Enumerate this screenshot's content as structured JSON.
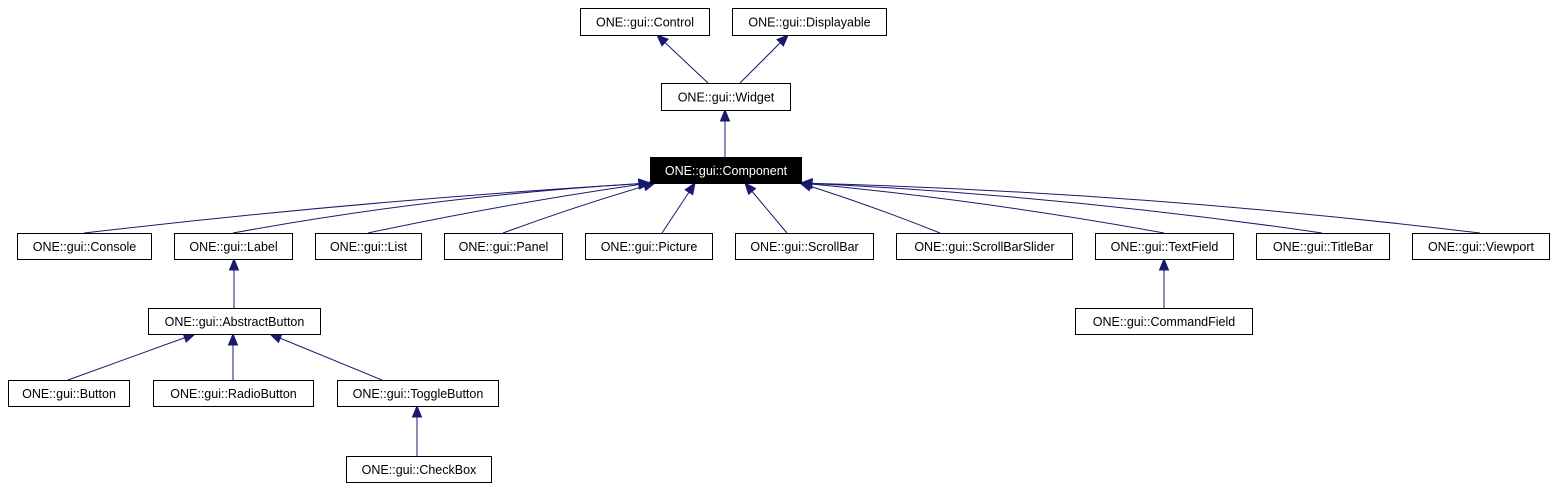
{
  "diagram": {
    "edge_color": "#191970",
    "highlight_node": "component",
    "nodes": [
      {
        "id": "control",
        "label": "ONE::gui::Control"
      },
      {
        "id": "displayable",
        "label": "ONE::gui::Displayable"
      },
      {
        "id": "widget",
        "label": "ONE::gui::Widget"
      },
      {
        "id": "component",
        "label": "ONE::gui::Component"
      },
      {
        "id": "console",
        "label": "ONE::gui::Console"
      },
      {
        "id": "label",
        "label": "ONE::gui::Label"
      },
      {
        "id": "list",
        "label": "ONE::gui::List"
      },
      {
        "id": "panel",
        "label": "ONE::gui::Panel"
      },
      {
        "id": "picture",
        "label": "ONE::gui::Picture"
      },
      {
        "id": "scrollbar",
        "label": "ONE::gui::ScrollBar"
      },
      {
        "id": "scrollbarslider",
        "label": "ONE::gui::ScrollBarSlider"
      },
      {
        "id": "textfield",
        "label": "ONE::gui::TextField"
      },
      {
        "id": "titlebar",
        "label": "ONE::gui::TitleBar"
      },
      {
        "id": "viewport",
        "label": "ONE::gui::Viewport"
      },
      {
        "id": "abstractbutton",
        "label": "ONE::gui::AbstractButton"
      },
      {
        "id": "commandfield",
        "label": "ONE::gui::CommandField"
      },
      {
        "id": "button",
        "label": "ONE::gui::Button"
      },
      {
        "id": "radiobutton",
        "label": "ONE::gui::RadioButton"
      },
      {
        "id": "togglebutton",
        "label": "ONE::gui::ToggleButton"
      },
      {
        "id": "checkbox",
        "label": "ONE::gui::CheckBox"
      }
    ],
    "edges": [
      {
        "from": "widget",
        "to": "control"
      },
      {
        "from": "widget",
        "to": "displayable"
      },
      {
        "from": "component",
        "to": "widget"
      },
      {
        "from": "console",
        "to": "component"
      },
      {
        "from": "label",
        "to": "component"
      },
      {
        "from": "list",
        "to": "component"
      },
      {
        "from": "panel",
        "to": "component"
      },
      {
        "from": "picture",
        "to": "component"
      },
      {
        "from": "scrollbar",
        "to": "component"
      },
      {
        "from": "scrollbarslider",
        "to": "component"
      },
      {
        "from": "textfield",
        "to": "component"
      },
      {
        "from": "titlebar",
        "to": "component"
      },
      {
        "from": "viewport",
        "to": "component"
      },
      {
        "from": "abstractbutton",
        "to": "label"
      },
      {
        "from": "commandfield",
        "to": "textfield"
      },
      {
        "from": "button",
        "to": "abstractbutton"
      },
      {
        "from": "radiobutton",
        "to": "abstractbutton"
      },
      {
        "from": "togglebutton",
        "to": "abstractbutton"
      },
      {
        "from": "checkbox",
        "to": "togglebutton"
      }
    ]
  }
}
